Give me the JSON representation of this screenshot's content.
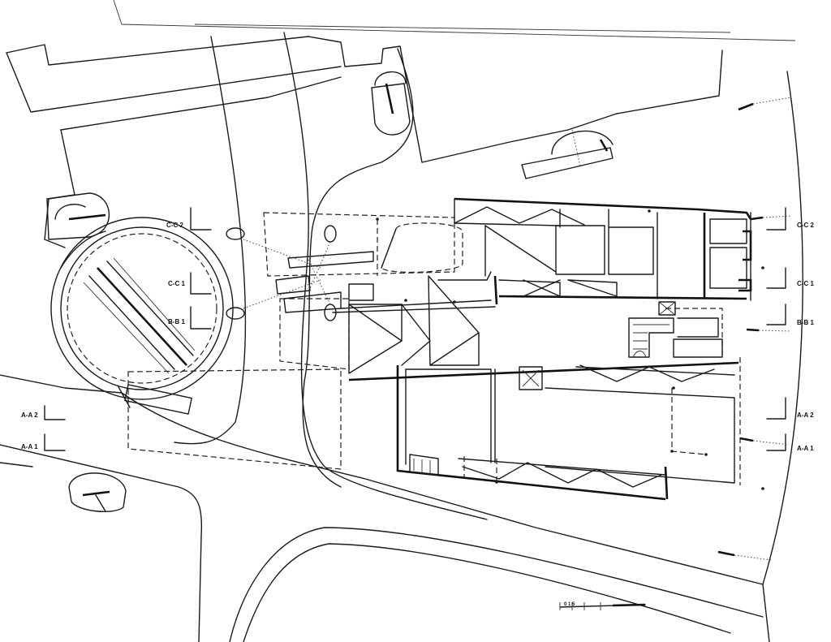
{
  "section_markers": {
    "left": [
      {
        "id": "cc2-left",
        "label": "C-C 2"
      },
      {
        "id": "cc1-left",
        "label": "C-C 1"
      },
      {
        "id": "bb1-left",
        "label": "B-B 1"
      },
      {
        "id": "aa2-left",
        "label": "A-A 2"
      },
      {
        "id": "aa1-left",
        "label": "A-A 1"
      }
    ],
    "right": [
      {
        "id": "cc2-right",
        "label": "C-C 2"
      },
      {
        "id": "cc1-right",
        "label": "C-C 1"
      },
      {
        "id": "bb1-right",
        "label": "B-B 1"
      },
      {
        "id": "aa2-right",
        "label": "A-A 2"
      },
      {
        "id": "aa1-right",
        "label": "A-A 1"
      }
    ]
  },
  "scale_bar": {
    "text": "0  1  5"
  }
}
